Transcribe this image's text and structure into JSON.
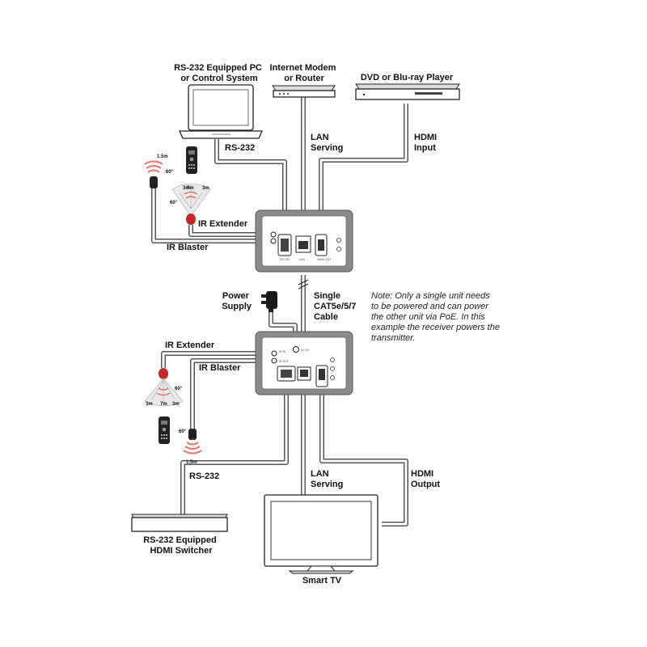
{
  "labels": {
    "pc": [
      "RS-232 Equipped PC",
      "or Control System"
    ],
    "modem": [
      "Internet Modem",
      "or Router"
    ],
    "dvd": "DVD or Blu-ray Player",
    "rs232_top": "RS-232",
    "lan_top": [
      "LAN",
      "Serving"
    ],
    "hdmi_input": [
      "HDMI",
      "Input"
    ],
    "ir_extender_top": "IR Extender",
    "ir_blaster_top": "IR Blaster",
    "power_supply": [
      "Power",
      "Supply"
    ],
    "cable": [
      "Single",
      "CAT5e/5/7",
      "Cable"
    ],
    "note": [
      "Note: Only a single unit needs",
      "to be powered and can power",
      "the other unit via PoE. In this",
      "example the receiver powers the",
      "transmitter."
    ],
    "ir_extender_bottom": "IR Extender",
    "ir_blaster_bottom": "IR Blaster",
    "rs232_bottom": "RS-232",
    "lan_bottom": [
      "LAN",
      "Serving"
    ],
    "hdmi_output": [
      "HDMI",
      "Output"
    ],
    "switcher": [
      "RS-232 Equipped",
      "HDMI Switcher"
    ],
    "smart_tv": "Smart TV"
  },
  "ir_top": {
    "blaster_range": "1.5m",
    "blaster_angle": "60°",
    "ext_left": "3m",
    "ext_mid": "7m",
    "ext_right": "3m",
    "ext_angle": "60°"
  },
  "ir_bottom": {
    "ext_left": "3m",
    "ext_mid": "7m",
    "ext_right": "3m",
    "ext_angle": "60°",
    "blaster_angle": "60°",
    "blaster_range": "1.5m"
  },
  "tx_ports": {
    "rs232": "RS-232",
    "lan": "LAN",
    "hdmi": "HDMI OUT"
  },
  "rx_ports": {
    "dc": "DC 5V",
    "ir_in": "IR IN",
    "ir_out": "IR OUT"
  },
  "colors": {
    "cable": "#555555",
    "unit_frame": "#8a8a8a",
    "ir_red": "#d32f2f",
    "ir_wave": "#e57373"
  },
  "icons": [
    "laptop-icon",
    "modem-icon",
    "bluray-player-icon",
    "remote-control-icon",
    "power-adapter-icon",
    "switcher-icon",
    "smart-tv-icon"
  ]
}
